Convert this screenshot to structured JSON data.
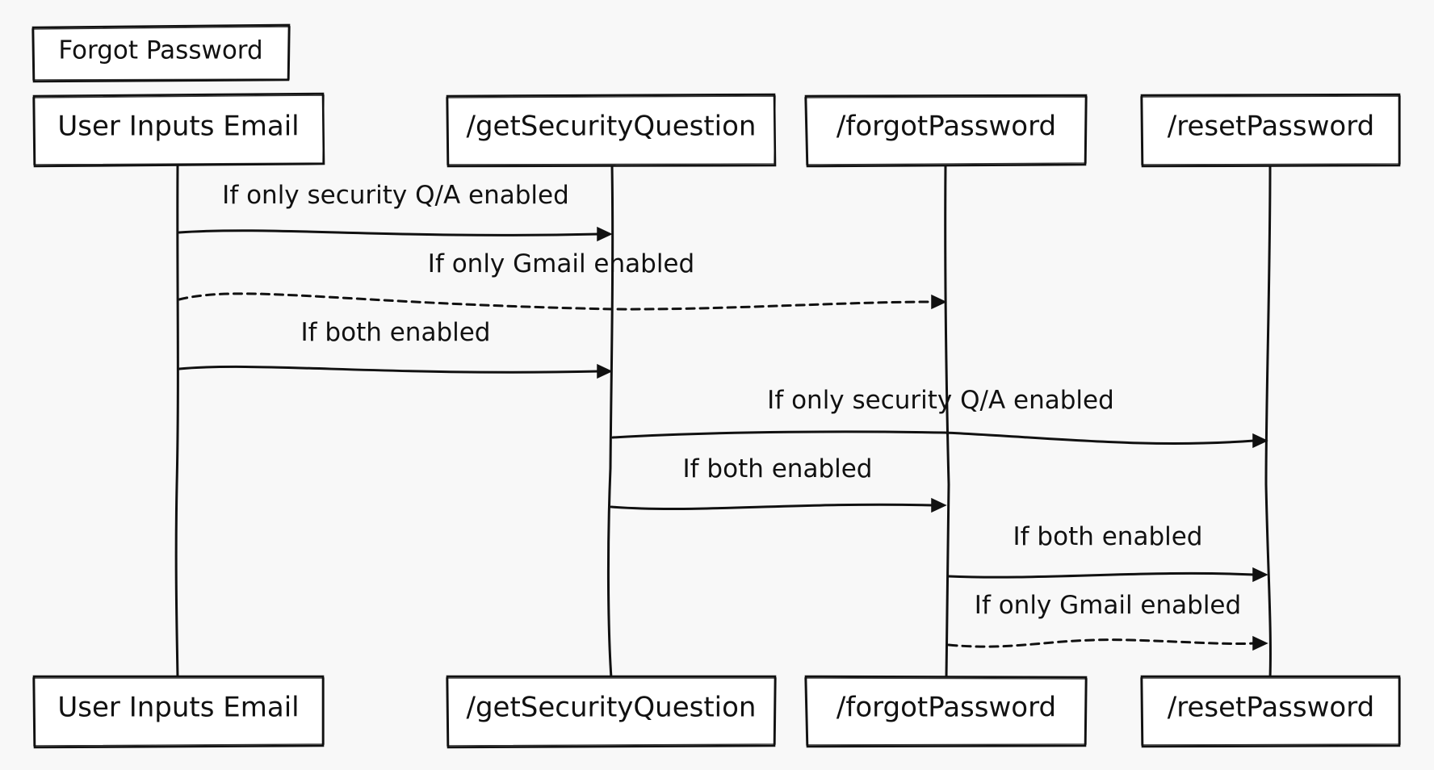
{
  "title": "Forgot Password",
  "participants": [
    {
      "id": "user",
      "label": "User Inputs Email"
    },
    {
      "id": "getq",
      "label": "/getSecurityQuestion"
    },
    {
      "id": "forgot",
      "label": "/forgotPassword"
    },
    {
      "id": "reset",
      "label": "/resetPassword"
    }
  ],
  "messages": [
    {
      "from": "user",
      "to": "getq",
      "label": "If only security Q/A enabled",
      "style": "solid"
    },
    {
      "from": "user",
      "to": "forgot",
      "label": "If only Gmail enabled",
      "style": "dashed"
    },
    {
      "from": "user",
      "to": "getq",
      "label": "If both enabled",
      "style": "solid"
    },
    {
      "from": "getq",
      "to": "reset",
      "label": "If only security Q/A enabled",
      "style": "solid"
    },
    {
      "from": "getq",
      "to": "forgot",
      "label": "If both enabled",
      "style": "solid"
    },
    {
      "from": "forgot",
      "to": "reset",
      "label": "If both enabled",
      "style": "solid"
    },
    {
      "from": "forgot",
      "to": "reset",
      "label": "If only Gmail enabled",
      "style": "dashed"
    }
  ],
  "colors": {
    "background": "#f8f8f8",
    "box_fill": "#ffffff",
    "ink": "#111111"
  }
}
